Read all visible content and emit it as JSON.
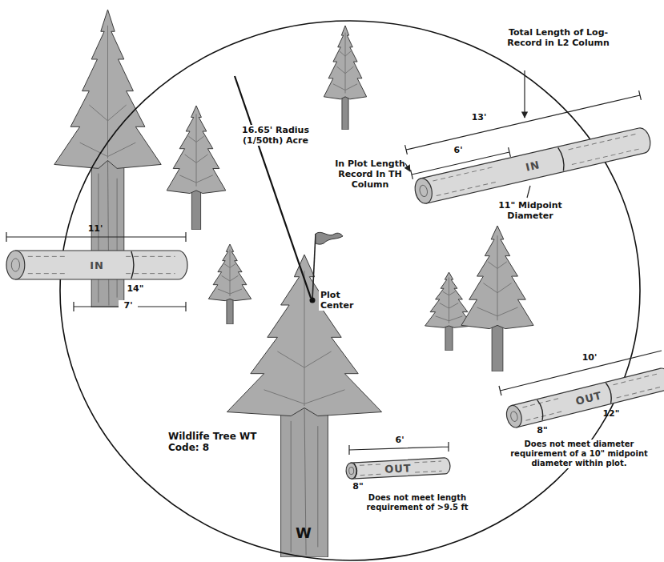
{
  "diagram": {
    "nodes": [
      {
        "text": [
          "IN"
        ]
      },
      {
        "text": [
          "IN"
        ]
      },
      {
        "text": [
          "OUT"
        ]
      },
      {
        "text": [
          "OUT"
        ]
      }
    ],
    "labels": [
      "Total Length of Log- Record in L2 Column",
      "13'",
      "6'",
      "16.65' Radius (1/50th) Acre",
      "In Plot Length Record In TH Column",
      "11\" Midpoint Diameter",
      "Plot Center",
      "11'",
      "14\"",
      "7'",
      "10'",
      "8\"",
      "12\"",
      "Does not meet diameter requirement of a 10\" midpoint diameter within plot.",
      "Wildlife Tree WT Code: 8",
      "W",
      "6'",
      "8\"",
      "Does not meet length requirement of >9.5 ft"
    ]
  }
}
